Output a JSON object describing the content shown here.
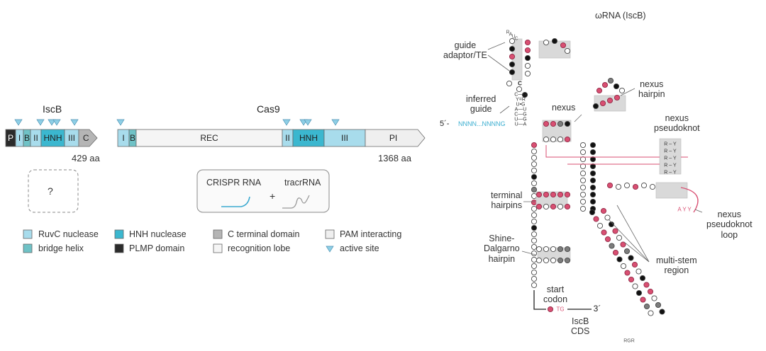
{
  "colors": {
    "ruvc": "#a8dcec",
    "bridge": "#6fc2c6",
    "hnh": "#3bb7cf",
    "cterm": "#b5b5b5",
    "plmp": "#2b2b2b",
    "rec": "#f5f5f5",
    "pam": "#efefef",
    "active": "#8ecfe6",
    "pink": "#d94f72",
    "seg_border": "#6a6a6a"
  },
  "iscb": {
    "title": "IscB",
    "length": "429 aa",
    "segments": [
      {
        "label": "P",
        "kind": "plmp"
      },
      {
        "label": "I",
        "kind": "ruvc"
      },
      {
        "label": "B",
        "kind": "bridge"
      },
      {
        "label": "II",
        "kind": "ruvc"
      },
      {
        "label": "HNH",
        "kind": "hnh"
      },
      {
        "label": "III",
        "kind": "ruvc"
      },
      {
        "label": "C",
        "kind": "cterm"
      }
    ],
    "unknown_box": "?"
  },
  "cas9": {
    "title": "Cas9",
    "length": "1368 aa",
    "segments": [
      {
        "label": "I",
        "kind": "ruvc"
      },
      {
        "label": "B",
        "kind": "bridge"
      },
      {
        "label": "REC",
        "kind": "rec"
      },
      {
        "label": "II",
        "kind": "ruvc"
      },
      {
        "label": "HNH",
        "kind": "hnh"
      },
      {
        "label": "III",
        "kind": "ruvc"
      },
      {
        "label": "PI",
        "kind": "pam"
      }
    ]
  },
  "rna_box": {
    "crispr": "CRISPR RNA",
    "plus": "+",
    "tracr": "tracrRNA"
  },
  "legend": [
    {
      "label": "RuvC nuclease",
      "kind": "ruvc"
    },
    {
      "label": "bridge helix",
      "kind": "bridge"
    },
    {
      "label": "HNH nuclease",
      "kind": "hnh"
    },
    {
      "label": "PLMP domain",
      "kind": "plmp"
    },
    {
      "label": "C terminal domain",
      "kind": "cterm"
    },
    {
      "label": "recognition lobe",
      "kind": "rec"
    },
    {
      "label": "PAM interacting",
      "kind": "pam"
    },
    {
      "label": "active site",
      "kind": "active"
    }
  ],
  "omega": {
    "title": "ωRNA (IscB)",
    "guide_seq": "5´-NNNN...NNNNG",
    "three_prime": "3´",
    "labels": {
      "guide_adaptor": "guide\nadaptor/TE",
      "inferred_guide": "inferred\nguide",
      "nexus": "nexus",
      "nexus_hairpin": "nexus\nhairpin",
      "nexus_pseudoknot": "nexus\npseudoknot",
      "terminal_hairpins": "terminal\nhairpins",
      "nexus_pk_loop": "nexus\npseudoknot\nloop",
      "shine": "Shine-\nDalgarno\nhairpin",
      "multistem": "multi-stem\nregion",
      "start_codon": "start\ncodon",
      "iscb_cds": "IscB\nCDS"
    },
    "pk_box_rows": [
      "R – Y",
      "R – Y",
      "R – Y",
      "R – Y",
      "R – Y"
    ],
    "pk_loop_letters": [
      "A",
      "Y",
      "Y"
    ],
    "start_letters": "TG"
  }
}
